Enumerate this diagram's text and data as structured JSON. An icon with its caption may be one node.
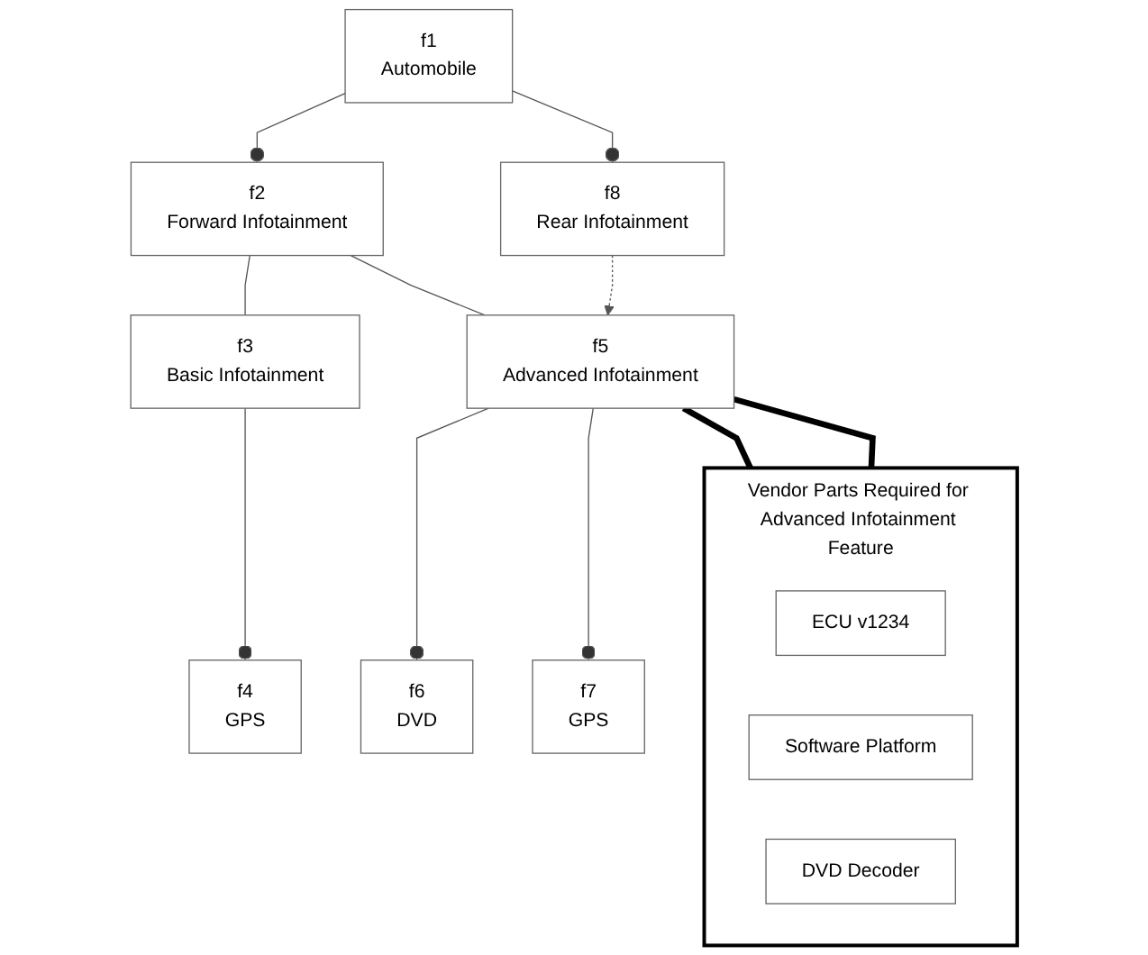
{
  "diagram": {
    "nodes": [
      {
        "text": [
          "f1",
          "Automobile"
        ]
      },
      {
        "text": [
          "f2",
          "Forward Infotainment"
        ]
      },
      {
        "text": [
          "f8",
          "Rear Infotainment"
        ]
      },
      {
        "text": [
          "f3",
          "Basic Infotainment"
        ]
      },
      {
        "text": [
          "f4",
          "GPS"
        ]
      },
      {
        "text": [
          "f5",
          "Advanced Infotainment"
        ]
      },
      {
        "text": [
          "f6",
          "DVD"
        ]
      },
      {
        "text": [
          "f7",
          "GPS"
        ]
      },
      {
        "text": [
          "Vendor Parts Required for Advanced Infotainment Feature"
        ]
      },
      {
        "text": [
          "ECU v1234"
        ],
        "in": 8
      },
      {
        "text": [
          "Software Platform"
        ],
        "in": 8
      },
      {
        "text": [
          "DVD Decoder"
        ],
        "in": 8
      }
    ],
    "edges": [
      {
        "from": 0,
        "to": 1,
        "arrow": "other"
      },
      {
        "from": 0,
        "to": 2,
        "arrow": "other"
      },
      {
        "from": 1,
        "to": 3,
        "arrow": "none"
      },
      {
        "from": 1,
        "to": 5,
        "arrow": "none"
      },
      {
        "from": 2,
        "to": 5,
        "arrow": "to",
        "style": "dashed"
      },
      {
        "from": 3,
        "to": 4,
        "arrow": "other"
      },
      {
        "from": 5,
        "to": 6,
        "arrow": "other"
      },
      {
        "from": 5,
        "to": 7,
        "arrow": "other"
      },
      {
        "from": 5,
        "to": 8,
        "arrow": "none",
        "style": "thick",
        "color": "#000000"
      },
      {
        "from": 5,
        "to": 8,
        "arrow": "none",
        "style": "thick",
        "color": "#000000"
      }
    ]
  }
}
